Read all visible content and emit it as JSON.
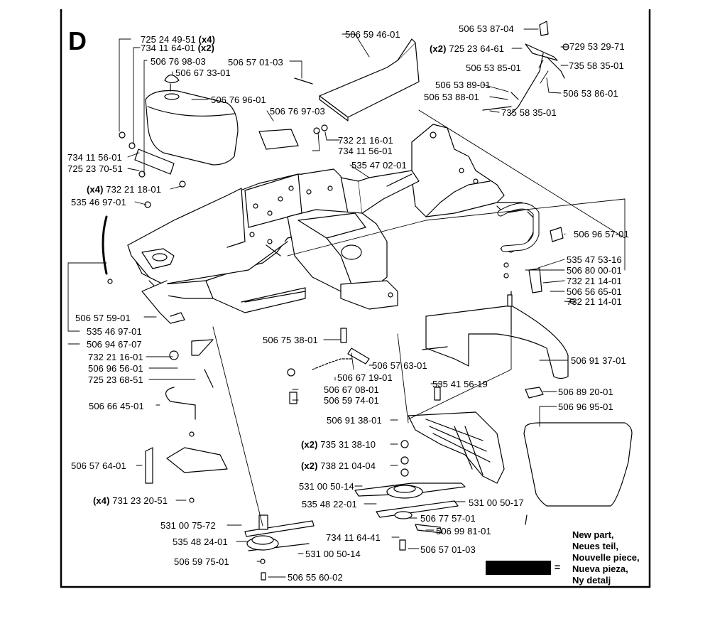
{
  "section_letter": "D",
  "labels": [
    {
      "id": "p1",
      "parts": [
        {
          "t": "725 24 49-51 "
        },
        {
          "t": "(x4)",
          "b": true
        }
      ]
    },
    {
      "id": "p2",
      "parts": [
        {
          "t": "734 11 64-01 "
        },
        {
          "t": "(x2)",
          "b": true
        }
      ]
    },
    {
      "id": "p3",
      "parts": [
        {
          "t": "506 76 98-03"
        }
      ]
    },
    {
      "id": "p4",
      "parts": [
        {
          "t": "506 67 33-01"
        }
      ]
    },
    {
      "id": "p5",
      "parts": [
        {
          "t": "506 76 96-01"
        }
      ]
    },
    {
      "id": "p6",
      "parts": [
        {
          "t": "506 57 01-03"
        }
      ]
    },
    {
      "id": "p7",
      "parts": [
        {
          "t": "506 59 46-01"
        }
      ]
    },
    {
      "id": "p8",
      "parts": [
        {
          "t": "506 76 97-03"
        }
      ]
    },
    {
      "id": "p9",
      "parts": [
        {
          "t": "732 21 16-01"
        }
      ]
    },
    {
      "id": "p10",
      "parts": [
        {
          "t": "734 11 56-01"
        }
      ]
    },
    {
      "id": "p11",
      "parts": [
        {
          "t": "734 11 56-01"
        }
      ]
    },
    {
      "id": "p12",
      "parts": [
        {
          "t": "725 23 70-51"
        }
      ]
    },
    {
      "id": "p13",
      "parts": [
        {
          "t": "(x4) ",
          "b": true
        },
        {
          "t": "732 21 18-01"
        }
      ]
    },
    {
      "id": "p14",
      "parts": [
        {
          "t": "535 46 97-01"
        }
      ]
    },
    {
      "id": "p15",
      "parts": [
        {
          "t": "535 47 02-01"
        }
      ]
    },
    {
      "id": "p16",
      "parts": [
        {
          "t": "506 53 87-04"
        }
      ]
    },
    {
      "id": "p17",
      "parts": [
        {
          "t": "(x2) ",
          "b": true
        },
        {
          "t": "725 23 64-61"
        }
      ]
    },
    {
      "id": "p18",
      "parts": [
        {
          "t": "729 53 29-71"
        }
      ]
    },
    {
      "id": "p19",
      "parts": [
        {
          "t": "506 53 85-01"
        }
      ]
    },
    {
      "id": "p20",
      "parts": [
        {
          "t": "735 58 35-01"
        }
      ]
    },
    {
      "id": "p21",
      "parts": [
        {
          "t": "506 53 89-01"
        }
      ]
    },
    {
      "id": "p22",
      "parts": [
        {
          "t": "506 53 86-01"
        }
      ]
    },
    {
      "id": "p23",
      "parts": [
        {
          "t": "506 53 88-01"
        }
      ]
    },
    {
      "id": "p24",
      "parts": [
        {
          "t": "735 58 35-01"
        }
      ]
    },
    {
      "id": "p25",
      "parts": [
        {
          "t": "506 96 57-01"
        }
      ]
    },
    {
      "id": "p26",
      "parts": [
        {
          "t": "535 47 53-16"
        }
      ]
    },
    {
      "id": "p27",
      "parts": [
        {
          "t": "506 80 00-01"
        }
      ]
    },
    {
      "id": "p28",
      "parts": [
        {
          "t": "732 21 14-01"
        }
      ]
    },
    {
      "id": "p29",
      "parts": [
        {
          "t": "506 56 65-01"
        }
      ]
    },
    {
      "id": "p30",
      "parts": [
        {
          "t": "732 21 14-01"
        }
      ]
    },
    {
      "id": "p31",
      "parts": [
        {
          "t": "506 57 59-01"
        }
      ]
    },
    {
      "id": "p32",
      "parts": [
        {
          "t": "535 46 97-01"
        }
      ]
    },
    {
      "id": "p33",
      "parts": [
        {
          "t": "506 94 67-07"
        }
      ]
    },
    {
      "id": "p34",
      "parts": [
        {
          "t": "732 21 16-01"
        }
      ]
    },
    {
      "id": "p35",
      "parts": [
        {
          "t": "506 96 56-01"
        }
      ]
    },
    {
      "id": "p36",
      "parts": [
        {
          "t": "725 23 68-51"
        }
      ]
    },
    {
      "id": "p37",
      "parts": [
        {
          "t": "506 75 38-01"
        }
      ]
    },
    {
      "id": "p38",
      "parts": [
        {
          "t": "506 57 63-01"
        }
      ]
    },
    {
      "id": "p39",
      "parts": [
        {
          "t": "506 67 19-01"
        }
      ]
    },
    {
      "id": "p40",
      "parts": [
        {
          "t": "506 67 08-01"
        }
      ]
    },
    {
      "id": "p41",
      "parts": [
        {
          "t": "506 59 74-01"
        }
      ]
    },
    {
      "id": "p42",
      "parts": [
        {
          "t": "506 91 37-01"
        }
      ]
    },
    {
      "id": "p43",
      "parts": [
        {
          "t": "535 41 56-19"
        }
      ]
    },
    {
      "id": "p44",
      "parts": [
        {
          "t": "506 89 20-01"
        }
      ]
    },
    {
      "id": "p45",
      "parts": [
        {
          "t": "506 96 95-01"
        }
      ]
    },
    {
      "id": "p46",
      "parts": [
        {
          "t": "506 66 45-01"
        }
      ]
    },
    {
      "id": "p47",
      "parts": [
        {
          "t": "506 91 38-01"
        }
      ]
    },
    {
      "id": "p48",
      "parts": [
        {
          "t": "(x2) ",
          "b": true
        },
        {
          "t": "735 31 38-10"
        }
      ]
    },
    {
      "id": "p49",
      "parts": [
        {
          "t": "(x2) ",
          "b": true
        },
        {
          "t": "738 21 04-04"
        }
      ]
    },
    {
      "id": "p50",
      "parts": [
        {
          "t": "506 57 64-01"
        }
      ]
    },
    {
      "id": "p51",
      "parts": [
        {
          "t": "531 00 50-14"
        }
      ]
    },
    {
      "id": "p52",
      "parts": [
        {
          "t": "531 00 50-17"
        }
      ]
    },
    {
      "id": "p53",
      "parts": [
        {
          "t": "535 48 22-01"
        }
      ]
    },
    {
      "id": "p54",
      "parts": [
        {
          "t": "(x4) ",
          "b": true
        },
        {
          "t": "731 23 20-51"
        }
      ]
    },
    {
      "id": "p55",
      "parts": [
        {
          "t": "506 77 57-01"
        }
      ]
    },
    {
      "id": "p56",
      "parts": [
        {
          "t": "531 00 75-72"
        }
      ]
    },
    {
      "id": "p57",
      "parts": [
        {
          "t": "506 99 81-01"
        }
      ]
    },
    {
      "id": "p58",
      "parts": [
        {
          "t": "734 11 64-41"
        }
      ]
    },
    {
      "id": "p59",
      "parts": [
        {
          "t": "535 48 24-01"
        }
      ]
    },
    {
      "id": "p60",
      "parts": [
        {
          "t": "506 57 01-03"
        }
      ]
    },
    {
      "id": "p61",
      "parts": [
        {
          "t": "531 00 50-14"
        }
      ]
    },
    {
      "id": "p62",
      "parts": [
        {
          "t": "506 59 75-01"
        }
      ]
    },
    {
      "id": "p63",
      "parts": [
        {
          "t": "506 55 60-02"
        }
      ]
    }
  ],
  "legend": {
    "equals": "=",
    "lines": [
      "New part,",
      "Neues teil,",
      "Nouvelle piece,",
      "Nueva pieza,",
      "Ny detalj"
    ]
  }
}
